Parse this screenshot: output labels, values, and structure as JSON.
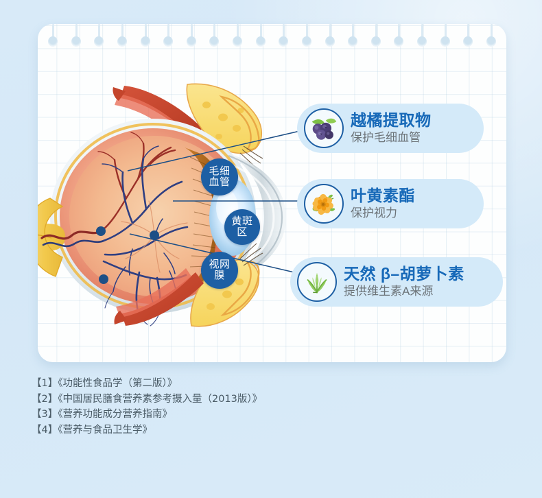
{
  "card": {
    "binding_hole_count": 20
  },
  "diagram": {
    "name": "human-eye-cross-section",
    "badges": [
      {
        "id": "capillary",
        "lines": [
          "毛细",
          "血管"
        ]
      },
      {
        "id": "macula",
        "lines": [
          "黄斑",
          "区"
        ]
      },
      {
        "id": "retina",
        "lines": [
          "视网",
          "膜"
        ]
      }
    ]
  },
  "ingredients": [
    {
      "icon": "blueberry-icon",
      "title": "越橘提取物",
      "subtitle": "保护毛细血管"
    },
    {
      "icon": "marigold-flower-icon",
      "title": "叶黄素酯",
      "subtitle": "保护视力"
    },
    {
      "icon": "green-plant-icon",
      "title": "天然 β–胡萝卜素",
      "subtitle": "提供维生素A来源"
    }
  ],
  "references": [
    "【1】《功能性食品学（第二版）》",
    "【2】《中国居民膳食营养素参考摄入量（2013版）》",
    "【3】《营养功能成分营养指南》",
    "【4】《营养与食品卫生学》"
  ],
  "colors": {
    "page_background": "#d8eaf8",
    "card_background": "#fdfefe",
    "pill_background": "#d4eaf9",
    "badge_blue": "#1d5fa4",
    "title_blue": "#1769b8",
    "subtitle_gray": "#6c7378",
    "reference_text": "#4a5b66",
    "leader_line": "#1d4f86"
  }
}
